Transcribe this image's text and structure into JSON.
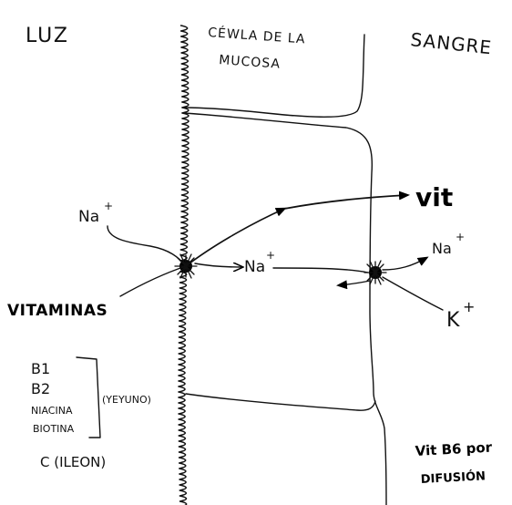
{
  "regions": {
    "lumen": "LUZ",
    "cell_line1": "CÉWLA DE LA",
    "cell_line2": "MUCOSA",
    "blood": "SANGRE"
  },
  "labels": {
    "na_left": "Na",
    "na_left_sup": "+",
    "na_middle": "Na",
    "na_middle_sup": "+",
    "na_right": "Na",
    "na_right_sup": "+",
    "k": "K",
    "k_sup": "+",
    "vit": "vit",
    "vitaminas": "VITAMINAS"
  },
  "vitamin_list": {
    "items": [
      "B1",
      "B2",
      "NIACINA",
      "BIOTINA"
    ],
    "jejuno": "(YEYUNO)",
    "ileon": "C  (ILEON)"
  },
  "note": {
    "line1": "Vit B6 por",
    "line2": "DIFUSIÓN"
  }
}
